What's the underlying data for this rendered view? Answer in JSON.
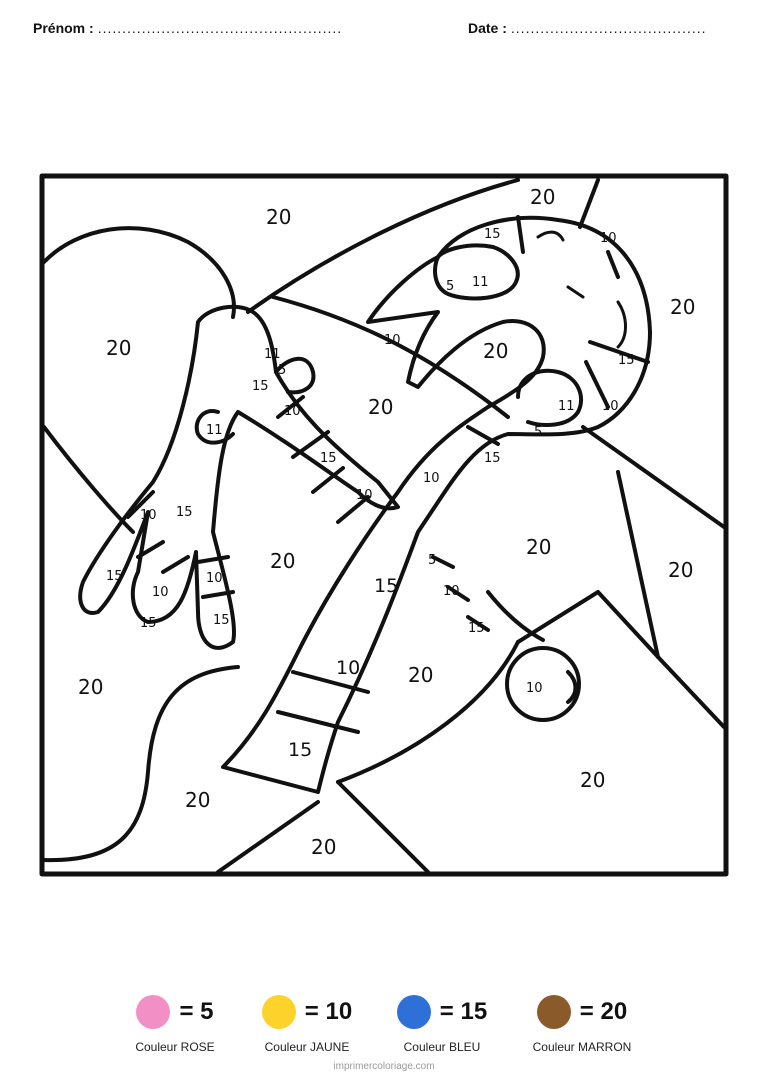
{
  "header": {
    "name_label": "Prénom :",
    "name_dots": "..................................................",
    "date_label": "Date :",
    "date_dots": "........................................"
  },
  "drawing_numbers": {
    "n20": "20",
    "n15": "15",
    "n10": "10",
    "n11": "11",
    "n5": "5"
  },
  "legend": [
    {
      "color": "#f28fc5",
      "value_text": "= 5",
      "caption": "Couleur ROSE"
    },
    {
      "color": "#fdd22b",
      "value_text": "= 10",
      "caption": "Couleur JAUNE"
    },
    {
      "color": "#2f6fd8",
      "value_text": "= 15",
      "caption": "Couleur BLEU"
    },
    {
      "color": "#8b5a2b",
      "value_text": "= 20",
      "caption": "Couleur MARRON"
    }
  ],
  "footer": {
    "site": "imprimercoloriage.com"
  }
}
